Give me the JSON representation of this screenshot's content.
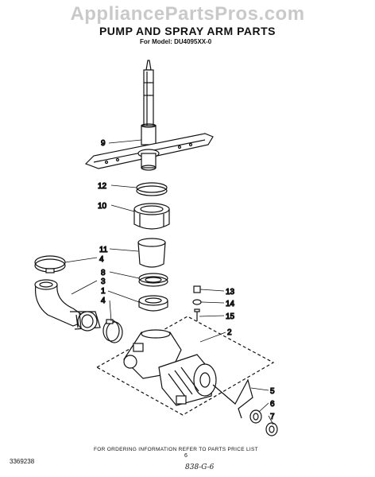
{
  "watermark": "AppliancePartsPros.com",
  "title": "PUMP AND SPRAY ARM PARTS",
  "subtitle": "For Model: DU4095XX-0",
  "callouts": [
    {
      "id": "9",
      "label": "9"
    },
    {
      "id": "12",
      "label": "12"
    },
    {
      "id": "10",
      "label": "10"
    },
    {
      "id": "11",
      "label": "11"
    },
    {
      "id": "4a",
      "label": "4"
    },
    {
      "id": "8",
      "label": "8"
    },
    {
      "id": "3",
      "label": "3"
    },
    {
      "id": "1",
      "label": "1"
    },
    {
      "id": "4b",
      "label": "4"
    },
    {
      "id": "13",
      "label": "13"
    },
    {
      "id": "14",
      "label": "14"
    },
    {
      "id": "15",
      "label": "15"
    },
    {
      "id": "2",
      "label": "2"
    },
    {
      "id": "5",
      "label": "5"
    },
    {
      "id": "6",
      "label": "6"
    },
    {
      "id": "7",
      "label": "7"
    }
  ],
  "footer": "FOR ORDERING INFORMATION REFER TO PARTS PRICE LIST",
  "drawing_code": "3369238",
  "page_number": "6",
  "handwritten": "838-G-6"
}
